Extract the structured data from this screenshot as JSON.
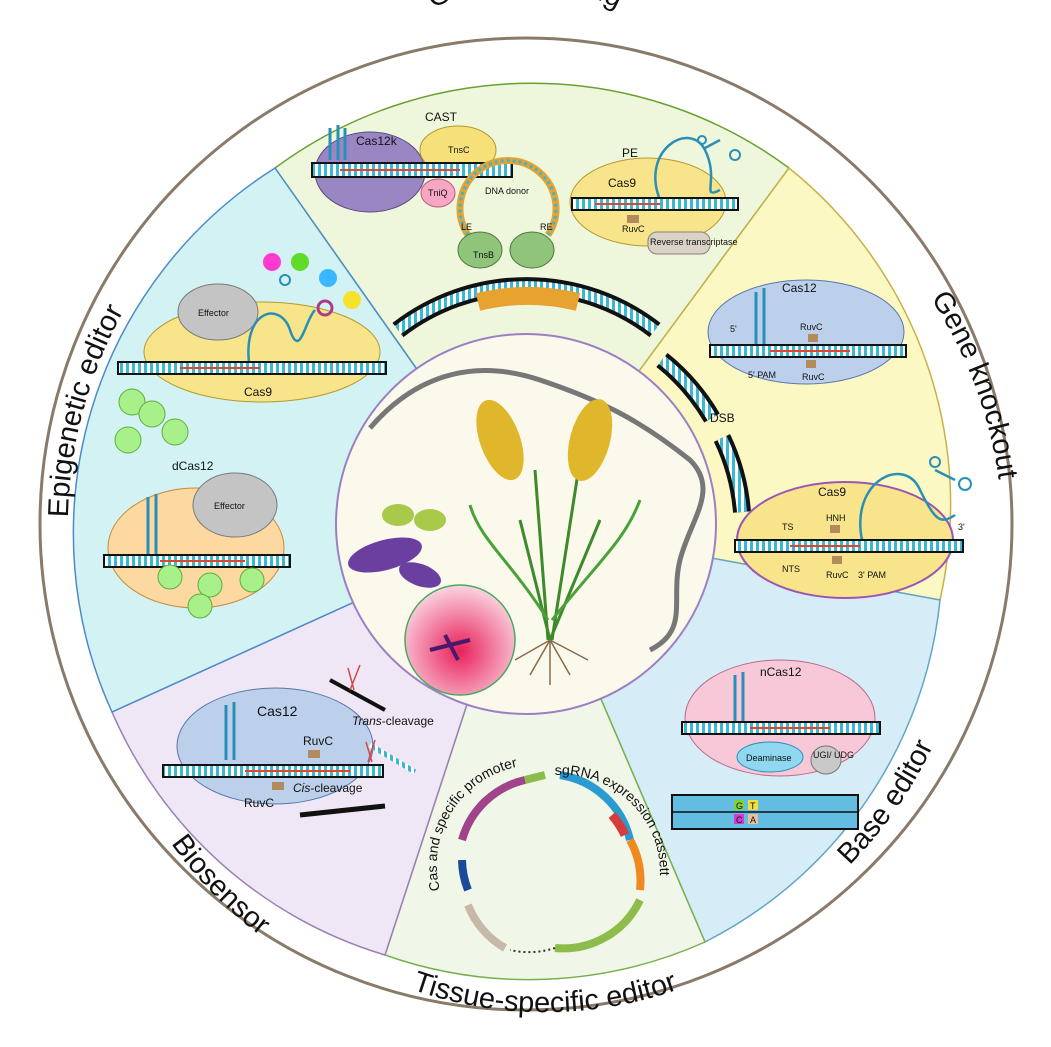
{
  "ring_titles": {
    "gene_targeting": "Gene targeting",
    "gene_knockout": "Gene knockout",
    "base_editor": "Base editor",
    "tissue_specific_editor": "Tissue-specific editor",
    "biosensor": "Biosensor",
    "epigenetic_editor": "Epigenetic editor"
  },
  "gene_targeting": {
    "cast": "CAST",
    "cas12k": "Cas12k",
    "tnsc": "TnsC",
    "tniq": "TniQ",
    "dna_donor": "DNA donor",
    "le": "LE",
    "re": "RE",
    "tnsb": "TnsB",
    "pe": "PE",
    "cas9": "Cas9",
    "ruvc": "RuvC",
    "reverse_transcriptase": "Reverse transcriptase"
  },
  "gene_knockout": {
    "cas12": "Cas12",
    "five_prime": "5'",
    "ruvc_top": "RuvC",
    "ruvc_bottom": "RuvC",
    "five_pam": "5' PAM",
    "dsb": "DSB",
    "cas9": "Cas9",
    "ts": "TS",
    "hnh": "HNH",
    "three_prime": "3'",
    "nts": "NTS",
    "ruvc_cas9": "RuvC",
    "three_pam": "3' PAM"
  },
  "base_editor": {
    "ncas12": "nCas12",
    "deaminase": "Deaminase",
    "ugi_udg": "UGI/ UDG",
    "base_g": "G",
    "base_t": "T",
    "base_c": "C",
    "base_a": "A"
  },
  "tissue_specific": {
    "sgrna_cassette": "sgRNA expression cassette",
    "cas_promoter": "Cas and specific promoter"
  },
  "biosensor": {
    "cas12": "Cas12",
    "ruvc_top": "RuvC",
    "ruvc_bottom": "RuvC",
    "trans_italic": "Trans",
    "trans_rest": "-cleavage",
    "cis_italic": "Cis",
    "cis_rest": "-cleavage"
  },
  "epigenetic": {
    "effector_top": "Effector",
    "cas9": "Cas9",
    "dcas12": "dCas12",
    "effector_bottom": "Effector"
  },
  "colors": {
    "gene_targeting_bg": "#eef7dc",
    "gene_knockout_bg": "#fbf8c4",
    "base_editor_bg": "#d6ecf7",
    "tissue_bg": "#f1f7e8",
    "biosensor_bg": "#efe6f6",
    "epigenetic_bg": "#d2f2f3",
    "center_bg": "#fbf8ec",
    "ring_bg": "#ffffff"
  }
}
